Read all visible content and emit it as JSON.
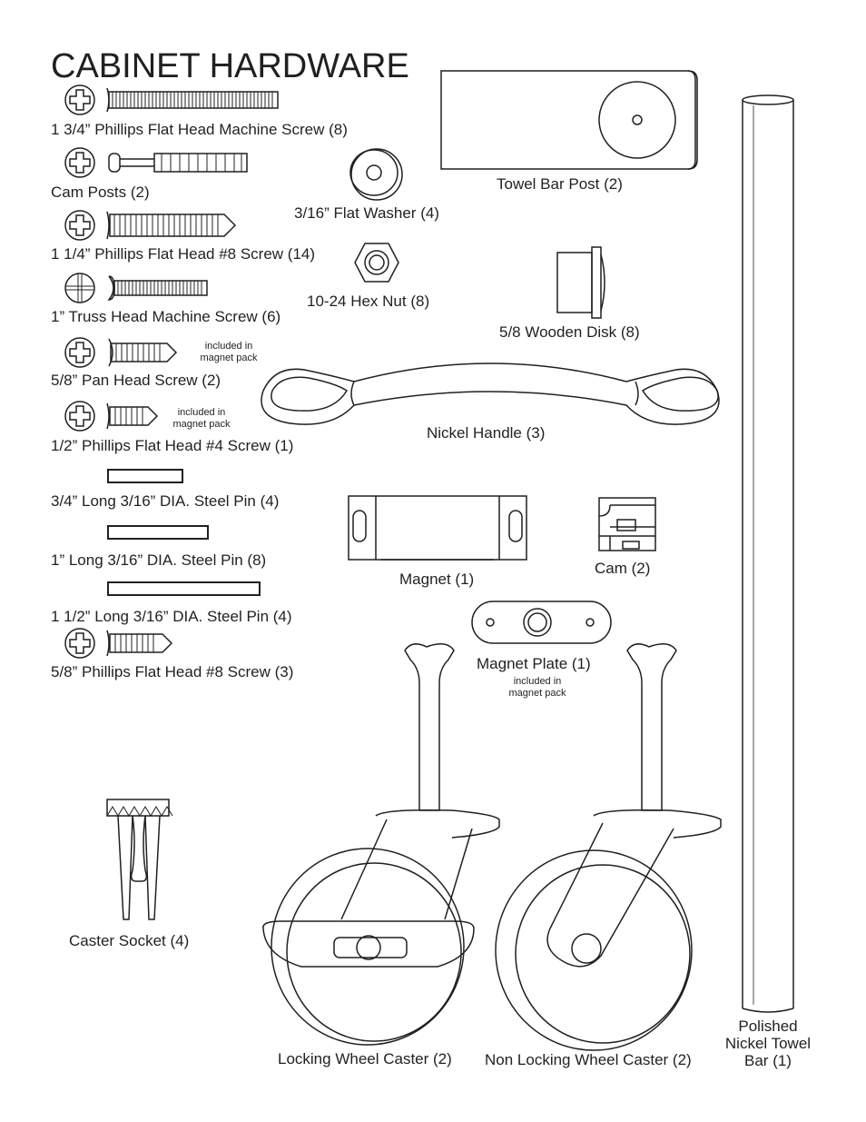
{
  "title": "CABINET HARDWARE",
  "parts": {
    "screw_1_3_4": "1 3/4” Phillips Flat Head Machine Screw (8)",
    "cam_posts": "Cam Posts (2)",
    "screw_1_1_4": "1 1/4” Phillips Flat Head #8 Screw (14)",
    "truss_screw": "1” Truss Head Machine Screw (6)",
    "pan_head": "5/8” Pan Head Screw (2)",
    "screw_1_2": "1/2” Phillips Flat Head #4 Screw (1)",
    "pin_3_4": "3/4” Long 3/16” DIA. Steel Pin (4)",
    "pin_1": "1” Long 3/16” DIA. Steel Pin (8)",
    "pin_1_1_2": "1 1/2” Long 3/16” DIA. Steel Pin (4)",
    "screw_5_8": "5/8” Phillips Flat Head #8 Screw (3)",
    "flat_washer": "3/16” Flat Washer (4)",
    "hex_nut": "10-24 Hex Nut (8)",
    "towel_bar_post": "Towel Bar Post (2)",
    "wooden_disk": "5/8 Wooden Disk (8)",
    "nickel_handle": "Nickel Handle (3)",
    "magnet": "Magnet (1)",
    "cam": "Cam (2)",
    "magnet_plate": "Magnet Plate (1)",
    "caster_socket": "Caster Socket (4)",
    "locking_caster": "Locking Wheel Caster (2)",
    "non_locking_caster": "Non Locking Wheel Caster (2)",
    "towel_bar_line1": "Polished",
    "towel_bar_line2": "Nickel Towel",
    "towel_bar_line3": "Bar (1)"
  },
  "notes": {
    "magnet_pack_line1": "included in",
    "magnet_pack_line2": "magnet pack"
  }
}
